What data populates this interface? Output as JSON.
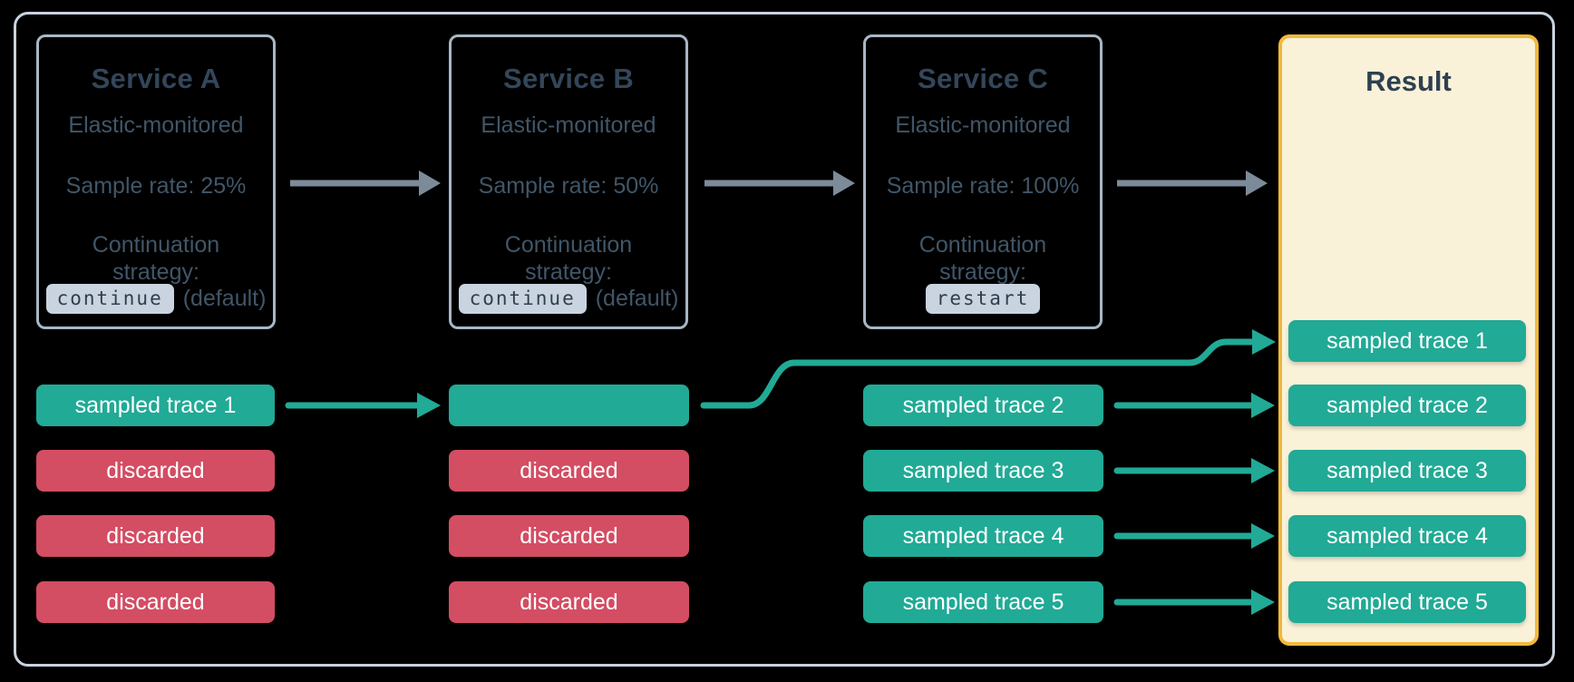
{
  "services": [
    {
      "title": "Service A",
      "monitoring": "Elastic-monitored",
      "sample_rate": "Sample rate: 25%",
      "continuation_word": "Continuation",
      "strategy_word": "strategy:",
      "strategy_value": "continue",
      "strategy_note": "(default)"
    },
    {
      "title": "Service B",
      "monitoring": "Elastic-monitored",
      "sample_rate": "Sample rate: 50%",
      "continuation_word": "Continuation",
      "strategy_word": "strategy:",
      "strategy_value": "continue",
      "strategy_note": "(default)"
    },
    {
      "title": "Service C",
      "monitoring": "Elastic-monitored",
      "sample_rate": "Sample rate: 100%",
      "continuation_word": "Continuation",
      "strategy_word": "strategy:",
      "strategy_value": "restart",
      "strategy_note": ""
    }
  ],
  "trace_columns": {
    "service_a": {
      "rows": [
        {
          "label": "sampled trace 1",
          "status": "sampled"
        },
        {
          "label": "discarded",
          "status": "discarded"
        },
        {
          "label": "discarded",
          "status": "discarded"
        },
        {
          "label": "discarded",
          "status": "discarded"
        }
      ]
    },
    "service_b": {
      "rows": [
        {
          "label": "",
          "status": "sampled"
        },
        {
          "label": "discarded",
          "status": "discarded"
        },
        {
          "label": "discarded",
          "status": "discarded"
        },
        {
          "label": "discarded",
          "status": "discarded"
        }
      ]
    },
    "service_c": {
      "rows": [
        {
          "label": "sampled trace 2",
          "status": "sampled"
        },
        {
          "label": "sampled trace 3",
          "status": "sampled"
        },
        {
          "label": "sampled trace 4",
          "status": "sampled"
        },
        {
          "label": "sampled trace 5",
          "status": "sampled"
        }
      ]
    }
  },
  "result": {
    "title": "Result",
    "rows": [
      {
        "label": "sampled trace 1",
        "status": "sampled"
      },
      {
        "label": "sampled trace 2",
        "status": "sampled"
      },
      {
        "label": "sampled trace 3",
        "status": "sampled"
      },
      {
        "label": "sampled trace 4",
        "status": "sampled"
      },
      {
        "label": "sampled trace 5",
        "status": "sampled"
      }
    ]
  },
  "flows": [
    {
      "from": "Service A",
      "to": "Service B",
      "type": "service-chain"
    },
    {
      "from": "Service B",
      "to": "Service C",
      "type": "service-chain"
    },
    {
      "from": "Service C",
      "to": "Result",
      "type": "service-chain"
    },
    {
      "from": "Service A: sampled trace 1",
      "to": "Service B: sampled trace 1",
      "type": "trace-propagation"
    },
    {
      "from": "Service B: sampled trace 1",
      "to": "Result: sampled trace 1",
      "type": "trace-propagation"
    },
    {
      "from": "Service C: sampled trace 2",
      "to": "Result: sampled trace 2",
      "type": "trace-propagation"
    },
    {
      "from": "Service C: sampled trace 3",
      "to": "Result: sampled trace 3",
      "type": "trace-propagation"
    },
    {
      "from": "Service C: sampled trace 4",
      "to": "Result: sampled trace 4",
      "type": "trace-propagation"
    },
    {
      "from": "Service C: sampled trace 5",
      "to": "Result: sampled trace 5",
      "type": "trace-propagation"
    }
  ],
  "colors": {
    "sampled_teal": "#21AA96",
    "discarded_red": "#D34D63",
    "result_fill": "#FAF2D8",
    "result_border": "#F1B93B",
    "frame_border": "#C8D3DE",
    "service_border": "#A9B7C5",
    "service_arrow_gray": "#7C8B9A",
    "title_text": "#33465A",
    "body_text": "#415668",
    "code_badge_bg": "#C9D4E0"
  }
}
